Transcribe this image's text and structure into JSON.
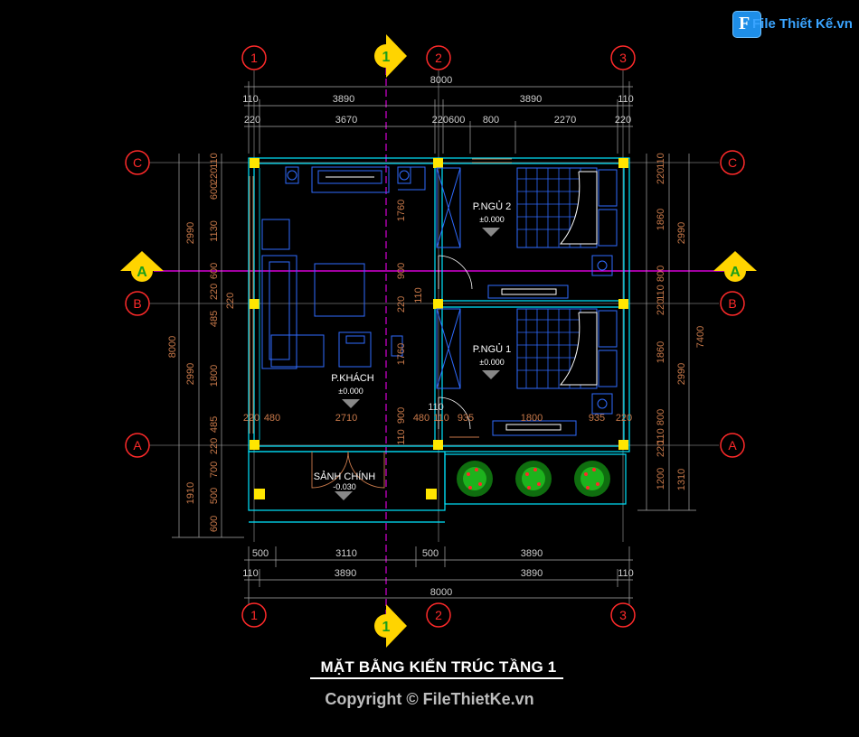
{
  "watermark": {
    "logo_text": "File Thiết Kế.vn"
  },
  "grid": {
    "cols": [
      "1",
      "2",
      "3"
    ],
    "rows": [
      "C",
      "B",
      "A"
    ],
    "section_axis": "A",
    "section_marker": "1"
  },
  "dims": {
    "top_total": "8000",
    "top_row1": [
      "110",
      "3890",
      "3890",
      "110"
    ],
    "top_row2": [
      "220",
      "3670",
      "220600",
      "800",
      "2270",
      "220"
    ],
    "bottom_row1": [
      "500",
      "3110",
      "500",
      "3890"
    ],
    "bottom_row2": [
      "110",
      "3890",
      "3890",
      "110"
    ],
    "bottom_total": "8000",
    "left_outer": [
      "2990",
      "2990",
      "1910"
    ],
    "left_total": "8000",
    "left_inner": [
      "110",
      "220",
      "600",
      "1130",
      "600",
      "220",
      "485",
      "1800",
      "485",
      "220",
      "700",
      "500",
      "600"
    ],
    "right_inner": [
      "110",
      "220",
      "1860",
      "800",
      "110",
      "220",
      "1860",
      "800",
      "110",
      "220",
      "1200"
    ],
    "right_outer": [
      "2990",
      "2990",
      "1310"
    ],
    "right_total": "7400",
    "mid_vertical": [
      "1760",
      "900",
      "110",
      "220",
      "1760",
      "110",
      "900",
      "110"
    ],
    "mid_row": [
      "220",
      "480",
      "2710",
      "480",
      "110",
      "935",
      "1800",
      "935",
      "220"
    ]
  },
  "rooms": [
    {
      "name": "P.NGỦ 2",
      "level": "±0.000"
    },
    {
      "name": "P.NGỦ 1",
      "level": "±0.000"
    },
    {
      "name": "P.KHÁCH",
      "level": "±0.000"
    },
    {
      "name": "SẢNH CHÍNH",
      "level": "-0.030"
    }
  ],
  "title": "MẶT BẰNG KIẾN TRÚC TẦNG 1",
  "copyright": "Copyright © FileThietKe.vn",
  "colors": {
    "grid_circle": "#ff2a2a",
    "section": "#ffd400",
    "wall": "#00e5ff",
    "furniture": "#2f6bff",
    "column": "#ffe600",
    "axis_magenta": "#ff00ff",
    "dim_text": "#c8794a",
    "plants": "#1db31d"
  }
}
